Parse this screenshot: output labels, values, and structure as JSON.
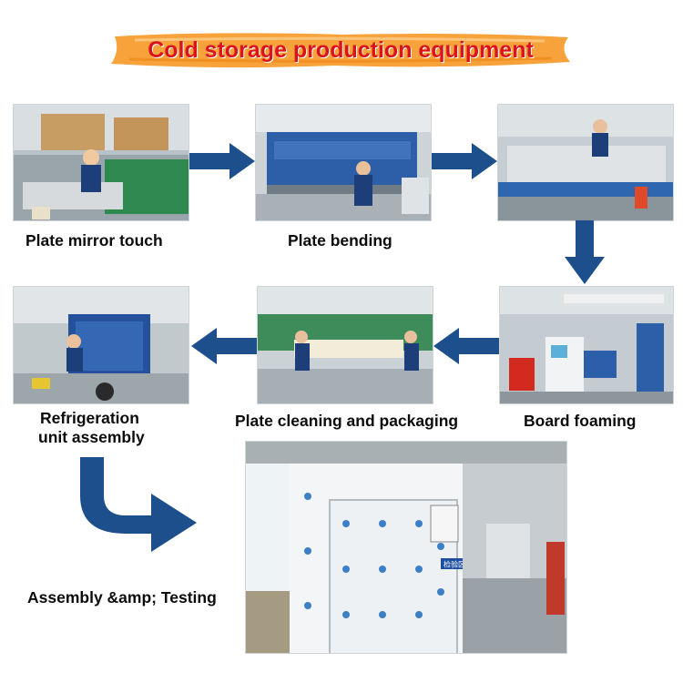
{
  "title": "Cold storage production equipment",
  "steps": [
    {
      "label": "Plate mirror touch"
    },
    {
      "label": "Plate bending"
    },
    {
      "label": "Board foaming"
    },
    {
      "label": "Plate cleaning and packaging"
    },
    {
      "label_line1": "Refrigeration",
      "label_line2": "unit assembly"
    },
    {
      "label": "Assembly &amp; Testing"
    }
  ],
  "photo_signs": {
    "test_area": "检验区"
  },
  "colors": {
    "title_text": "#d9141c",
    "banner": "#f7a23a",
    "arrow": "#1c4f8c"
  }
}
